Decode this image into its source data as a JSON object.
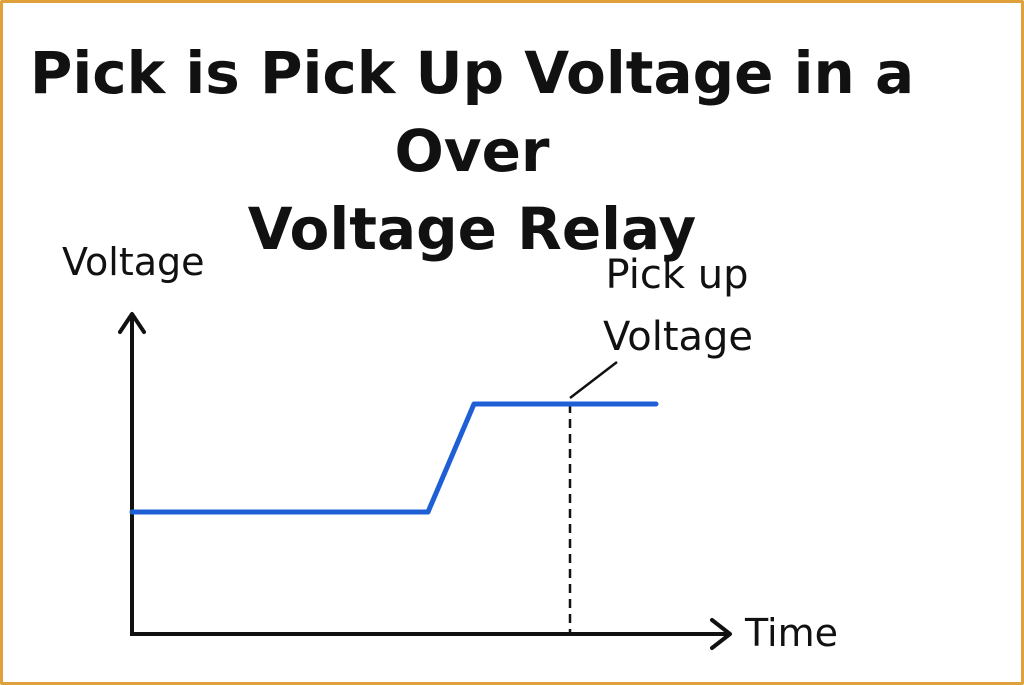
{
  "title": {
    "line1": "Pick is Pick Up Voltage in a Over",
    "line2": "Voltage Relay"
  },
  "axes": {
    "y_label": "Voltage",
    "x_label": "Time"
  },
  "annotation": {
    "line1": "Pick up",
    "line2": "Voltage"
  },
  "colors": {
    "signal": "#1f5fd6",
    "border": "#e0a03c",
    "ink": "#111111"
  }
}
